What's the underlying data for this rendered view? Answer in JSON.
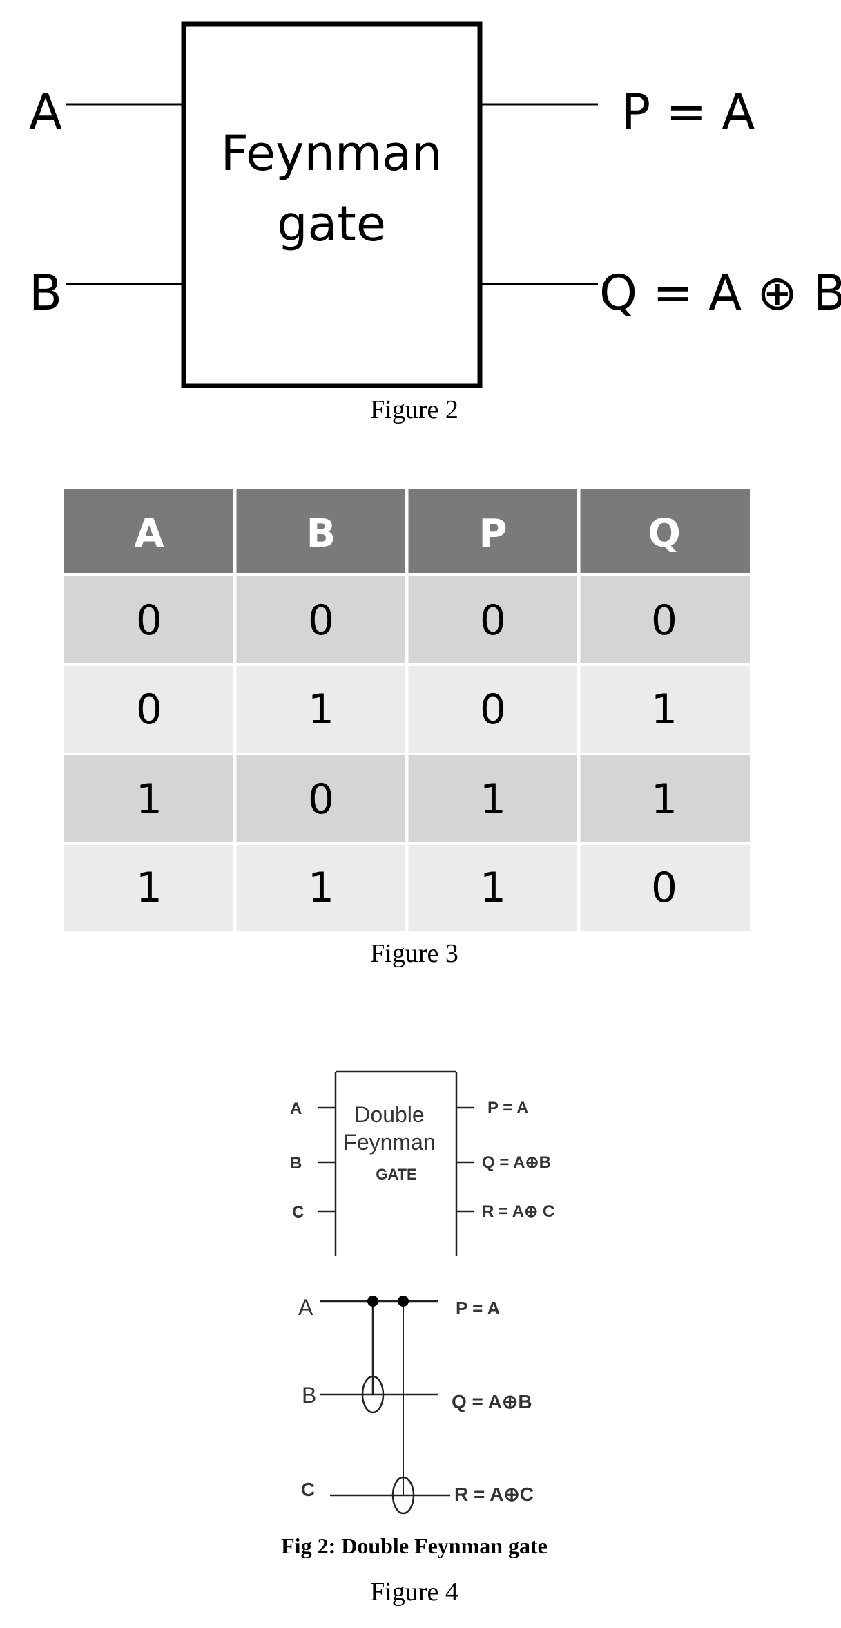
{
  "figure2": {
    "input_a": "A",
    "input_b": "B",
    "gate_line1": "Feynman",
    "gate_line2": "gate",
    "output_p": "P = A",
    "output_q": "Q = A ⊕ B",
    "caption": "Figure 2"
  },
  "figure3": {
    "headers": [
      "A",
      "B",
      "P",
      "Q"
    ],
    "rows": [
      [
        "0",
        "0",
        "0",
        "0"
      ],
      [
        "0",
        "1",
        "0",
        "1"
      ],
      [
        "1",
        "0",
        "1",
        "1"
      ],
      [
        "1",
        "1",
        "1",
        "0"
      ]
    ],
    "colors": {
      "header_bg": "#7a7a7a",
      "row_dark": "#d5d5d5",
      "row_light": "#ebebeb"
    },
    "caption": "Figure 3"
  },
  "figure4": {
    "block": {
      "in_a": "A",
      "in_b": "B",
      "in_c": "C",
      "label1": "Double",
      "label2": "Feynman",
      "label3": "GATE",
      "out_p": "P = A",
      "out_q": "Q = A⊕B",
      "out_r": "R = A⊕ C"
    },
    "circuit": {
      "in_a": "A",
      "in_b": "B",
      "in_c": "C",
      "out_p": "P = A",
      "out_q": "Q = A⊕B",
      "out_r": "R = A⊕C"
    },
    "title": "Fig 2: Double Feynman gate",
    "caption": "Figure 4"
  }
}
